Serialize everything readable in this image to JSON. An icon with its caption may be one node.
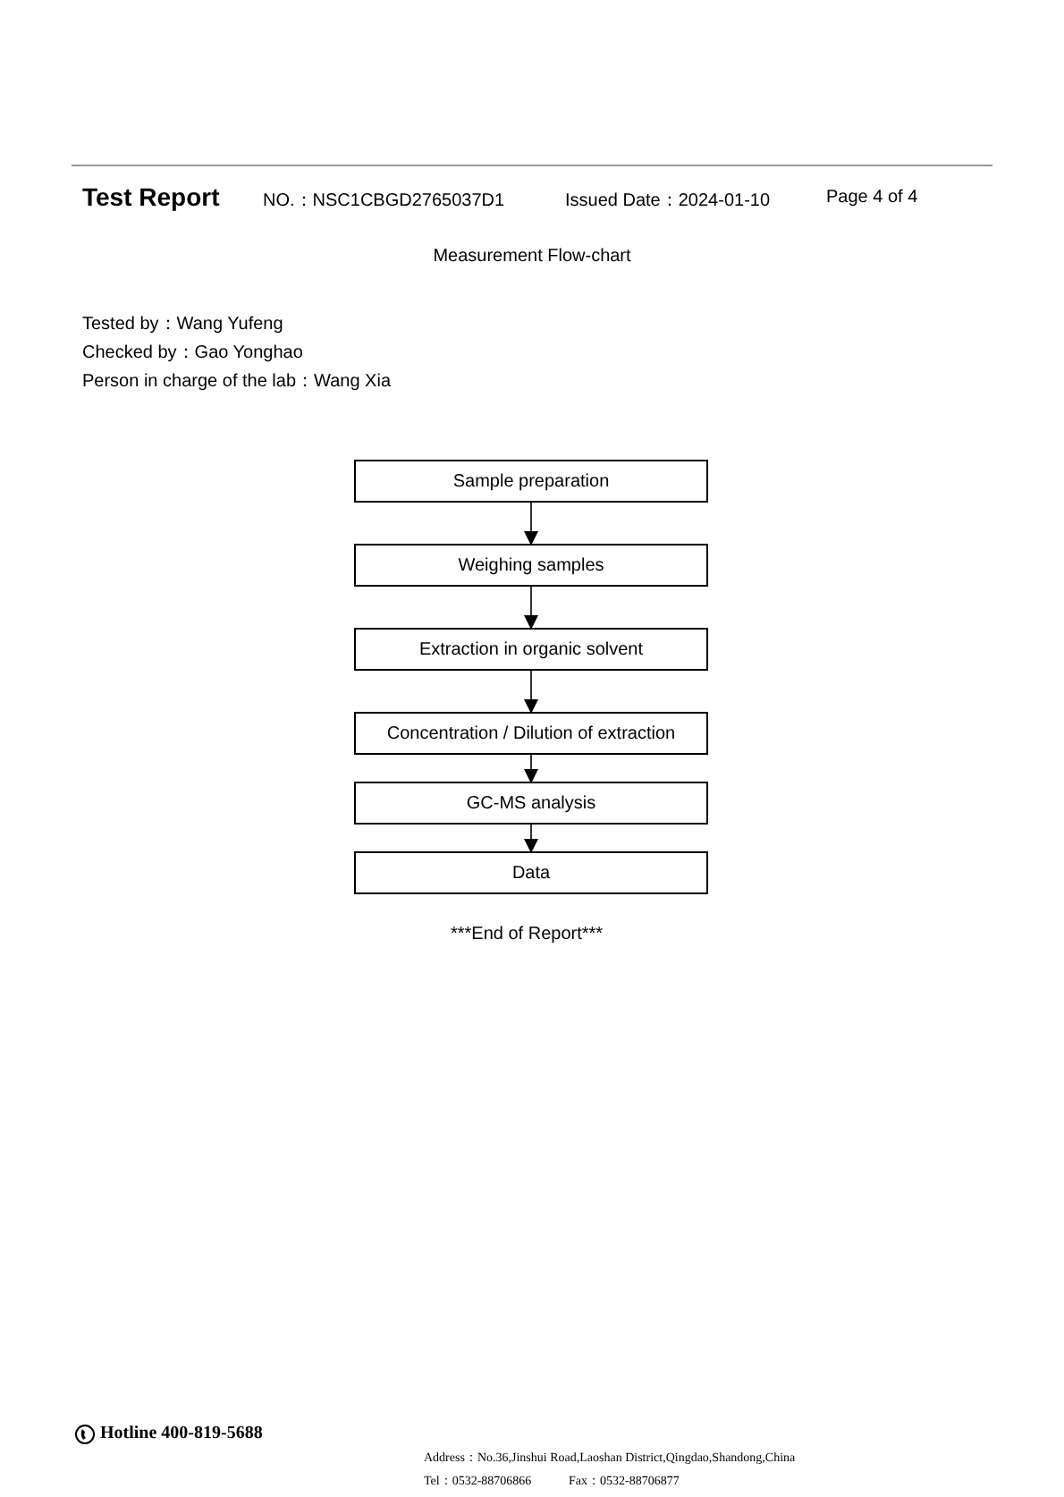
{
  "diagram": {
    "title": "Measurement Flow-chart",
    "nodes": [
      {
        "text": [
          "Sample preparation"
        ]
      },
      {
        "text": [
          "Weighing samples"
        ]
      },
      {
        "text": [
          "Extraction in organic solvent"
        ]
      },
      {
        "text": [
          "Concentration / Dilution of extraction"
        ]
      },
      {
        "text": [
          "GC-MS analysis"
        ]
      },
      {
        "text": [
          "Data"
        ]
      }
    ],
    "edges": [
      {
        "from": 0,
        "to": 1,
        "arrow": "to"
      },
      {
        "from": 1,
        "to": 2,
        "arrow": "to"
      },
      {
        "from": 2,
        "to": 3,
        "arrow": "to"
      },
      {
        "from": 3,
        "to": 4,
        "arrow": "to"
      },
      {
        "from": 4,
        "to": 5,
        "arrow": "to"
      }
    ],
    "labels": [
      "Test Report",
      "NO.：NSC1CBGD2765037D1",
      "Issued Date：2024-01-10",
      "Page 4 of 4",
      "Tested by：Wang Yufeng",
      "Checked by：Gao Yonghao",
      "Person in charge of the lab：Wang Xia",
      "***End of Report***",
      "Hotline 400-819-5688",
      "Address：No.36,Jinshui Road,Laoshan District,Qingdao,Shandong,China",
      "Tel：0532-88706866",
      "Fax：0532-88706877"
    ]
  }
}
